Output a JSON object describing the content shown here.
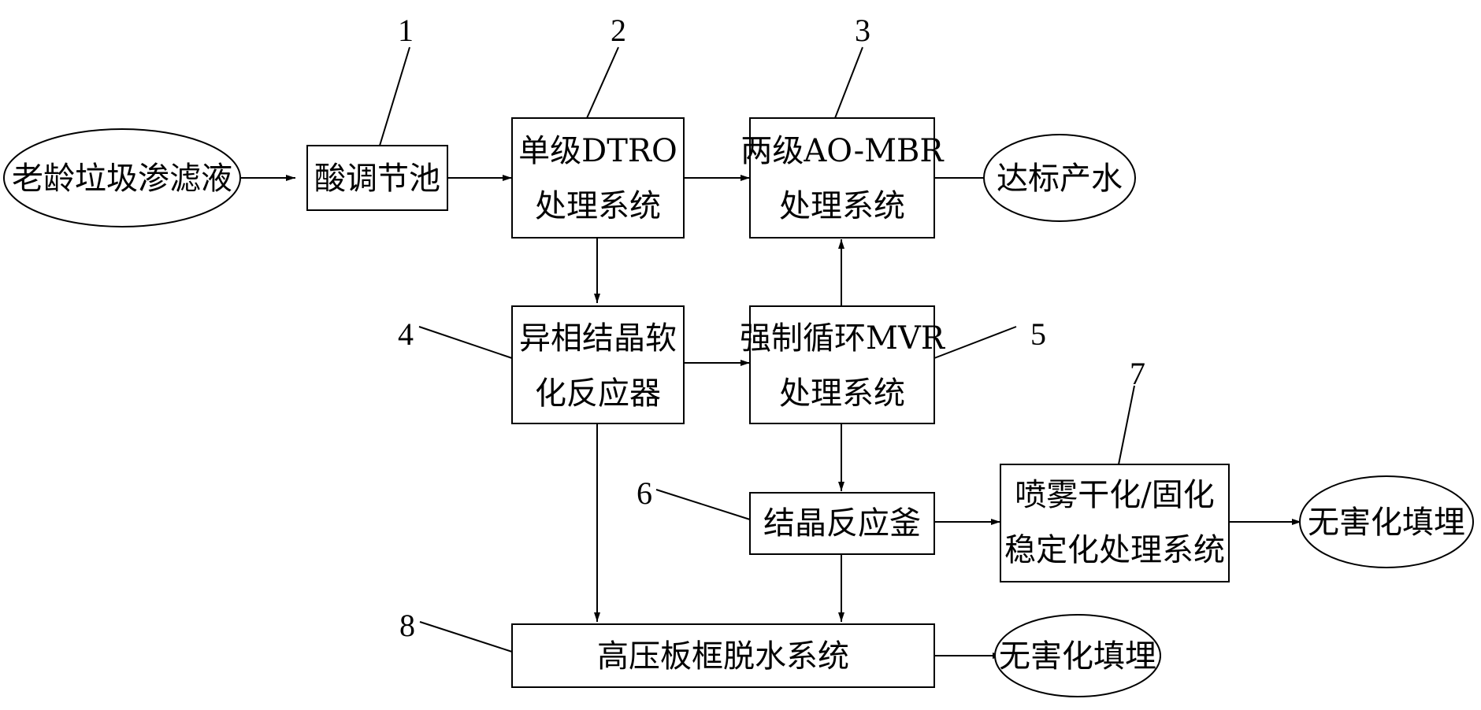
{
  "inputs": {
    "source": "老龄垃圾渗滤液"
  },
  "nodes": {
    "acid_tank": "酸调节池",
    "dtro_l1": "单级DTRO",
    "dtro_l2": "处理系统",
    "aombr_l1": "两级AO-MBR",
    "aombr_l2": "处理系统",
    "softening_l1": "异相结晶软",
    "softening_l2": "化反应器",
    "mvr_l1": "强制循环MVR",
    "mvr_l2": "处理系统",
    "crystallizer": "结晶反应釜",
    "spray_l1": "喷雾干化/固化",
    "spray_l2": "稳定化处理系统",
    "press": "高压板框脱水系统"
  },
  "outputs": {
    "water": "达标产水",
    "landfill_1": "无害化填埋",
    "landfill_2": "无害化填埋"
  },
  "callouts": {
    "n1": "1",
    "n2": "2",
    "n3": "3",
    "n4": "4",
    "n5": "5",
    "n6": "6",
    "n7": "7",
    "n8": "8"
  }
}
